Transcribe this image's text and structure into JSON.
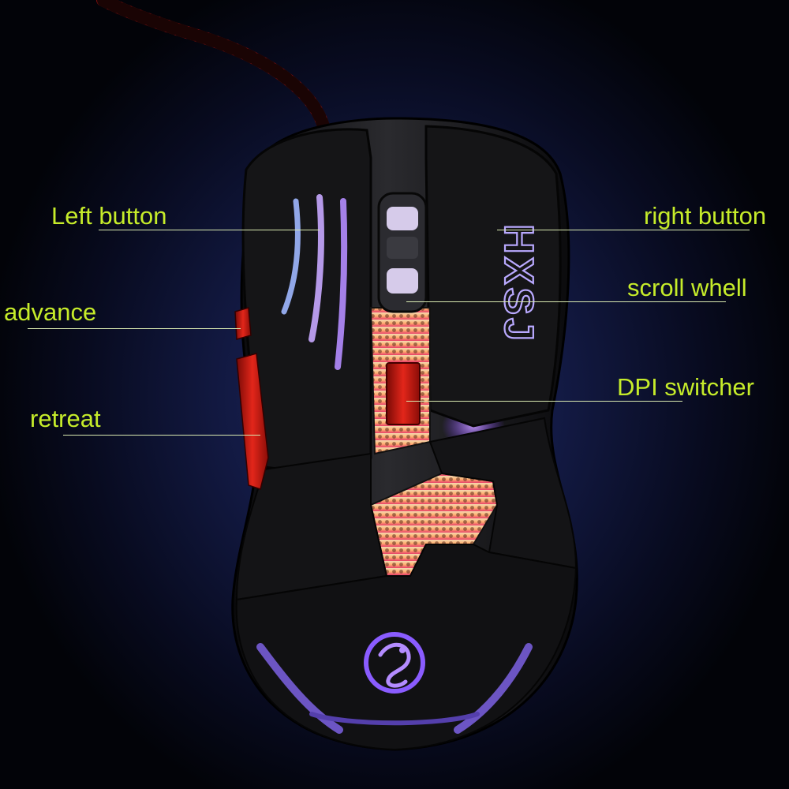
{
  "labels": {
    "left_button": "Left button",
    "right_button": "right button",
    "scroll_wheel": "scroll whell",
    "advance": "advance",
    "retreat": "retreat",
    "dpi_switcher": "DPI switcher"
  },
  "logo": {
    "brand_text": "HXSJ",
    "emblem": "dragon-emblem"
  },
  "colors": {
    "label_text": "#c6ec2a",
    "backlight_purple": "#a86bff",
    "side_button_red": "#d81e14",
    "leader_line": "#d9e9b0"
  }
}
